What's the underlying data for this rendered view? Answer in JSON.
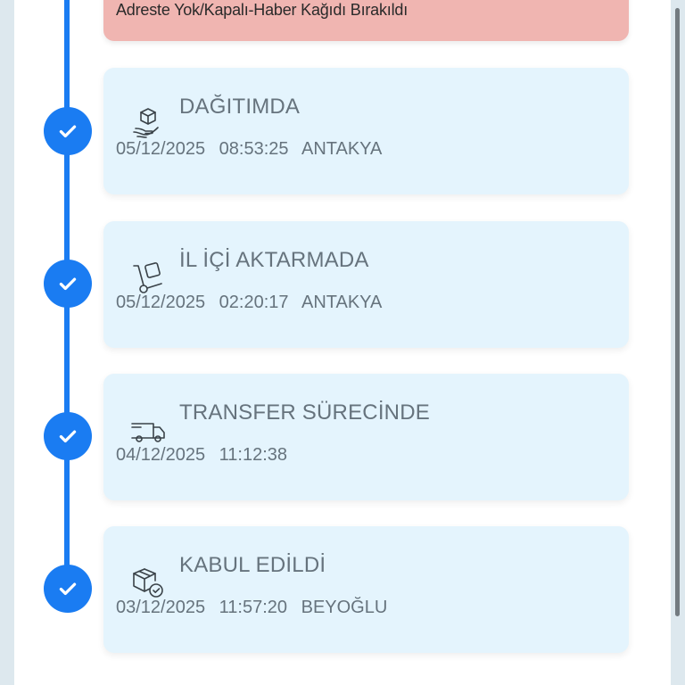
{
  "alert": {
    "text": "Adreste Yok/Kapalı-Haber Kağıdı Bırakıldı",
    "color": "#f0b5b1"
  },
  "timeline": {
    "accent": "#1a7cf2",
    "events": [
      {
        "title": "DAĞITIMDA",
        "date": "05/12/2025",
        "time": "08:53:25",
        "location": "ANTAKYA",
        "icon": "package-hand-icon"
      },
      {
        "title": "İL İÇİ AKTARMADA",
        "date": "05/12/2025",
        "time": "02:20:17",
        "location": "ANTAKYA",
        "icon": "hand-truck-icon"
      },
      {
        "title": "TRANSFER SÜRECİNDE",
        "date": "04/12/2025",
        "time": "11:12:38",
        "location": "",
        "icon": "truck-icon"
      },
      {
        "title": "KABUL EDİLDİ",
        "date": "03/12/2025",
        "time": "11:57:20",
        "location": "BEYOĞLU",
        "icon": "box-check-icon"
      }
    ]
  }
}
